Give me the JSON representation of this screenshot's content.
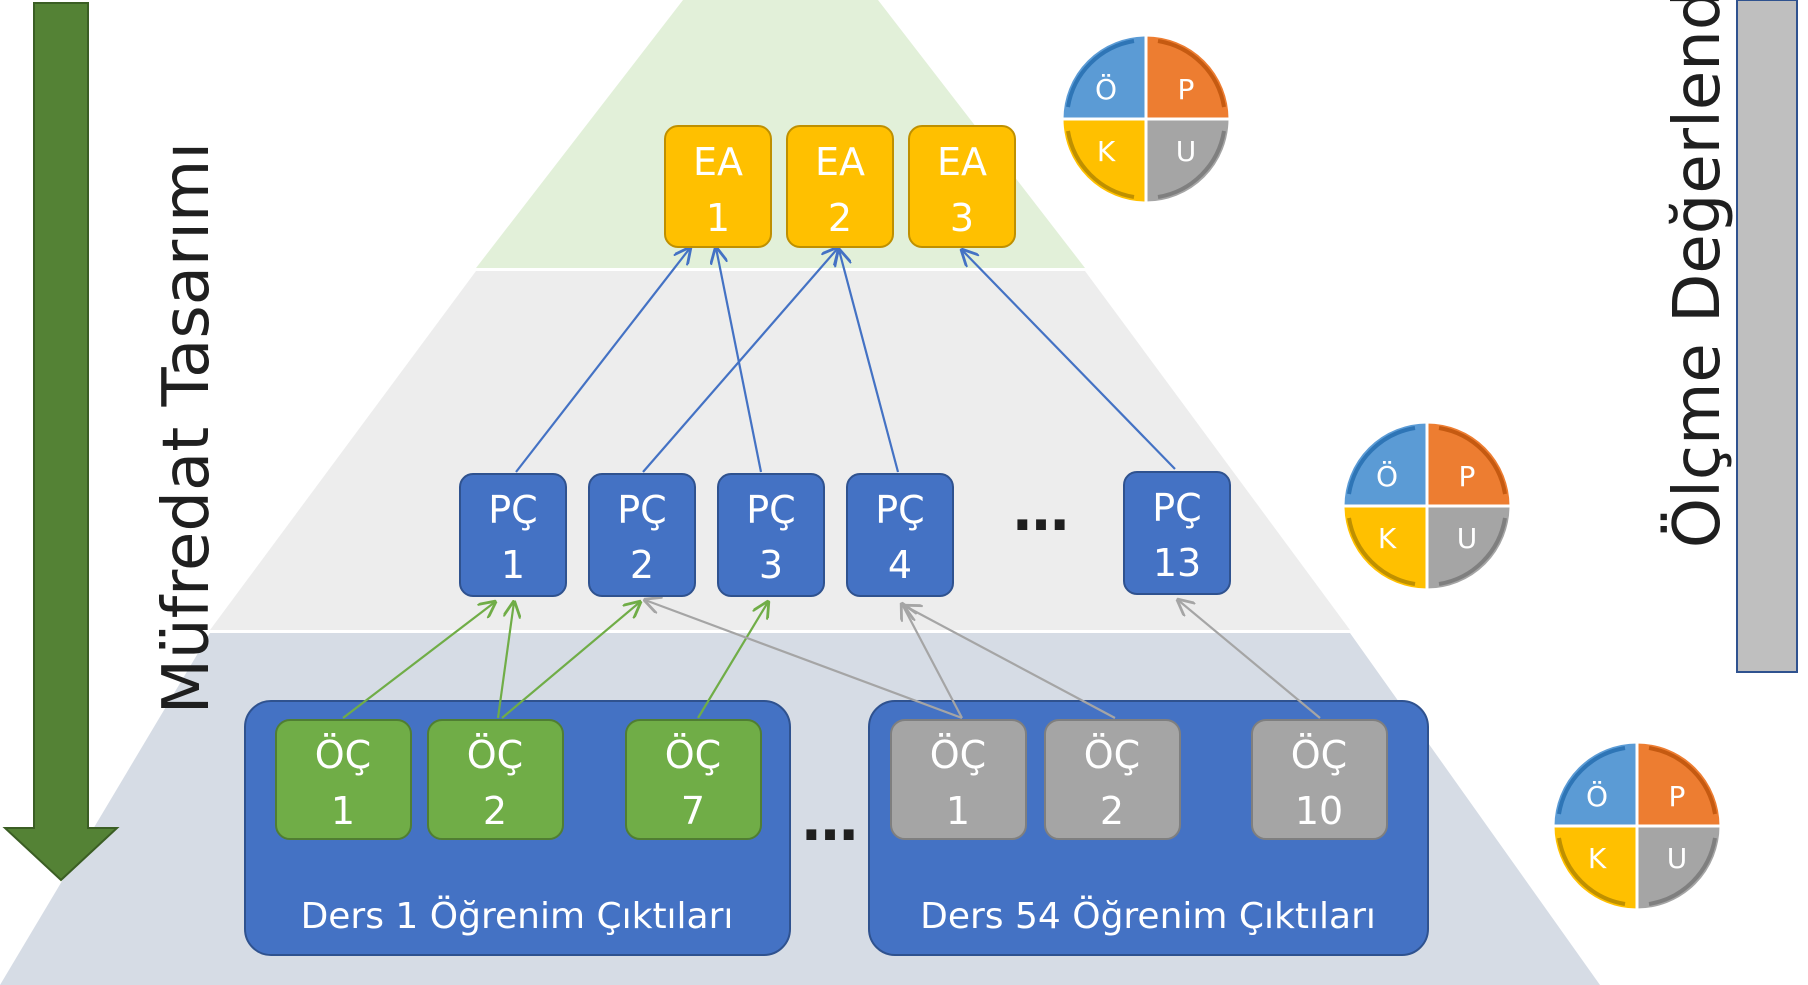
{
  "left_title": "Müfredat Tasarımı",
  "right_title": "Ölçme Değerlendi",
  "ea_boxes": [
    {
      "line1": "EA",
      "line2": "1"
    },
    {
      "line1": "EA",
      "line2": "2"
    },
    {
      "line1": "EA",
      "line2": "3"
    }
  ],
  "pc_boxes": [
    {
      "line1": "PÇ",
      "line2": "1"
    },
    {
      "line1": "PÇ",
      "line2": "2"
    },
    {
      "line1": "PÇ",
      "line2": "3"
    },
    {
      "line1": "PÇ",
      "line2": "4"
    },
    {
      "line1": "PÇ",
      "line2": "13"
    }
  ],
  "pc_ellipsis": "…",
  "course_groups": [
    {
      "label": "Ders 1 Öğrenim Çıktıları",
      "items": [
        {
          "line1": "ÖÇ",
          "line2": "1"
        },
        {
          "line1": "ÖÇ",
          "line2": "2"
        },
        {
          "line1": "ÖÇ",
          "line2": "7"
        }
      ]
    },
    {
      "label": "Ders 54 Öğrenim Çıktıları",
      "items": [
        {
          "line1": "ÖÇ",
          "line2": "1"
        },
        {
          "line1": "ÖÇ",
          "line2": "2"
        },
        {
          "line1": "ÖÇ",
          "line2": "10"
        }
      ]
    }
  ],
  "course_ellipsis": "…",
  "cycle_labels": {
    "top_left": "Ö",
    "top_right": "P",
    "bottom_left": "K",
    "bottom_right": "U"
  },
  "colors": {
    "ea_fill": "#FFC000",
    "pc_fill": "#4472C4",
    "oc_green": "#70AD47",
    "oc_gray": "#A5A5A5",
    "course_group_fill": "#4472C4",
    "arrow_blue": "#4472C4",
    "arrow_green": "#70AD47",
    "arrow_gray": "#A5A5A5",
    "left_arrow": "#548235",
    "tier_top": "#E2F0D9",
    "tier_middle": "#EDEDED",
    "tier_bottom": "#D6DCE5",
    "cycle_blue": "#5B9BD5",
    "cycle_orange": "#ED7D31",
    "cycle_yellow": "#FFC000",
    "cycle_gray": "#A5A5A5"
  }
}
